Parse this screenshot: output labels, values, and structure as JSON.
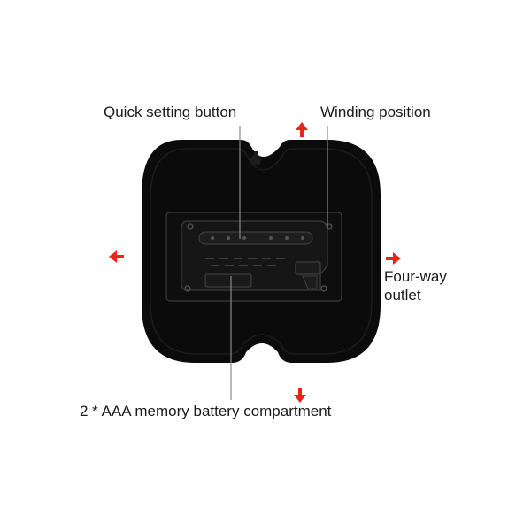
{
  "labels": {
    "quick_setting": "Quick setting button",
    "winding": "Winding position",
    "outlet": "Four-way outlet",
    "battery": "2 * AAA memory battery compartment"
  },
  "colors": {
    "body": "#0b0b0b",
    "arrow": "#e8241b",
    "leader_line": "#8a8a8a"
  },
  "icons": [
    "arrow-up-icon",
    "arrow-down-icon",
    "arrow-left-icon",
    "arrow-right-icon"
  ]
}
